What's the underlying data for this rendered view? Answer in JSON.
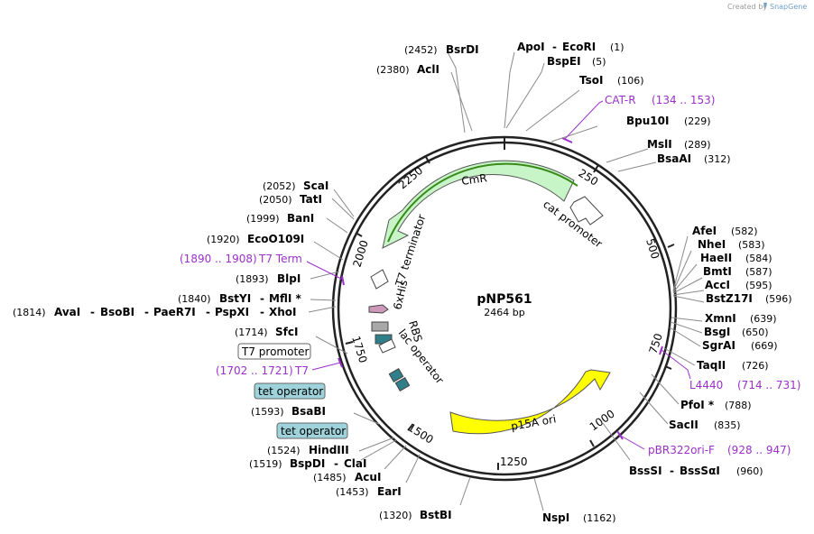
{
  "watermark": {
    "created_by": "Created by",
    "brand": "SnapGene"
  },
  "plasmid": {
    "name": "pNP561",
    "length_label": "2464 bp",
    "length_bp": 2464
  },
  "tick_labels": [
    "250",
    "500",
    "750",
    "1000",
    "1250",
    "1500",
    "1750",
    "2000",
    "2250"
  ],
  "features": {
    "cmr": "CmR",
    "cat_promoter": "cat promoter",
    "t7_terminator": "T7 terminator",
    "his": "6xHis",
    "rbs": "RBS",
    "lac_operator": "lac operator",
    "p15a_ori": "p15A ori",
    "t7_promoter": "T7 promoter",
    "tet_operator_1": "tet operator",
    "tet_operator_2": "tet operator"
  },
  "sites": {
    "bsrdi": {
      "pos": "(2452)",
      "name": "BsrDI"
    },
    "acli": {
      "pos": "(2380)",
      "name": "AclI"
    },
    "apoi_ecori": {
      "name1": "ApoI",
      "sep": "-",
      "name2": "EcoRI",
      "pos": "(1)"
    },
    "bspei": {
      "name": "BspEI",
      "pos": "(5)"
    },
    "tsoi": {
      "name": "TsoI",
      "pos": "(106)"
    },
    "bpu10i": {
      "name": "Bpu10I",
      "pos": "(229)"
    },
    "msli": {
      "name": "MslI",
      "pos": "(289)"
    },
    "bsaai": {
      "name": "BsaAI",
      "pos": "(312)"
    },
    "afei": {
      "name": "AfeI",
      "pos": "(582)"
    },
    "nhei": {
      "name": "NheI",
      "pos": "(583)"
    },
    "haeii": {
      "name": "HaeII",
      "pos": "(584)"
    },
    "bmti": {
      "name": "BmtI",
      "pos": "(587)"
    },
    "acci": {
      "name": "AccI",
      "pos": "(595)"
    },
    "bstz17i": {
      "name": "BstZ17I",
      "pos": "(596)"
    },
    "xmni": {
      "name": "XmnI",
      "pos": "(639)"
    },
    "bsgi": {
      "name": "BsgI",
      "pos": "(650)"
    },
    "sgrai": {
      "name": "SgrAI",
      "pos": "(669)"
    },
    "taqii": {
      "name": "TaqII",
      "pos": "(726)"
    },
    "pfoi": {
      "name": "PfoI *",
      "pos": "(788)"
    },
    "sacii": {
      "name": "SacII",
      "pos": "(835)"
    },
    "bsssi": {
      "name1": "BssSI",
      "sep": "-",
      "name2": "BssSαI",
      "pos": "(960)"
    },
    "nspi": {
      "name": "NspI",
      "pos": "(1162)"
    },
    "bstbi": {
      "pos": "(1320)",
      "name": "BstBI"
    },
    "eari": {
      "pos": "(1453)",
      "name": "EarI"
    },
    "acui": {
      "pos": "(1485)",
      "name": "AcuI"
    },
    "bspdi": {
      "pos": "(1519)",
      "name1": "BspDI",
      "sep": "-",
      "name2": "ClaI"
    },
    "hindiii": {
      "pos": "(1524)",
      "name": "HindIII"
    },
    "bsabi": {
      "pos": "(1593)",
      "name": "BsaBI"
    },
    "sfci": {
      "pos": "(1714)",
      "name": "SfcI"
    },
    "avai_row": {
      "pos": "(1814)",
      "n1": "AvaI",
      "n2": "BsoBI",
      "n3": "PaeR7I",
      "n4": "PspXI",
      "n5": "XhoI",
      "sep": "-"
    },
    "bstyi": {
      "pos": "(1840)",
      "name1": "BstYI",
      "sep": "-",
      "name2": "MflI *"
    },
    "blpi": {
      "pos": "(1893)",
      "name": "BlpI"
    },
    "eco0109i": {
      "pos": "(1920)",
      "name": "EcoO109I"
    },
    "bani": {
      "pos": "(1999)",
      "name": "BanI"
    },
    "tati": {
      "pos": "(2050)",
      "name": "TatI"
    },
    "scai": {
      "pos": "(2052)",
      "name": "ScaI"
    }
  },
  "primers": {
    "cat_r": {
      "name": "CAT-R",
      "range": "(134 .. 153)"
    },
    "l4440": {
      "name": "L4440",
      "range": "(714 .. 731)"
    },
    "pbr322ori_f": {
      "name": "pBR322ori-F",
      "range": "(928 .. 947)"
    },
    "t7_term": {
      "name": "T7 Term",
      "range": "(1890 .. 1908)"
    },
    "t7": {
      "name": "T7",
      "range": "(1702 .. 1721)"
    }
  },
  "colors": {
    "cmr": "#c8f5c8",
    "cmr_highlight": "#3a8a1a",
    "p15a_ori": "#ffff00",
    "tet_operator": "#9fd3dc",
    "lac_operator": "#2f7f8a",
    "rbs": "#a8a8a8",
    "his": "#cc99bb",
    "primer": "#9b30c8"
  }
}
